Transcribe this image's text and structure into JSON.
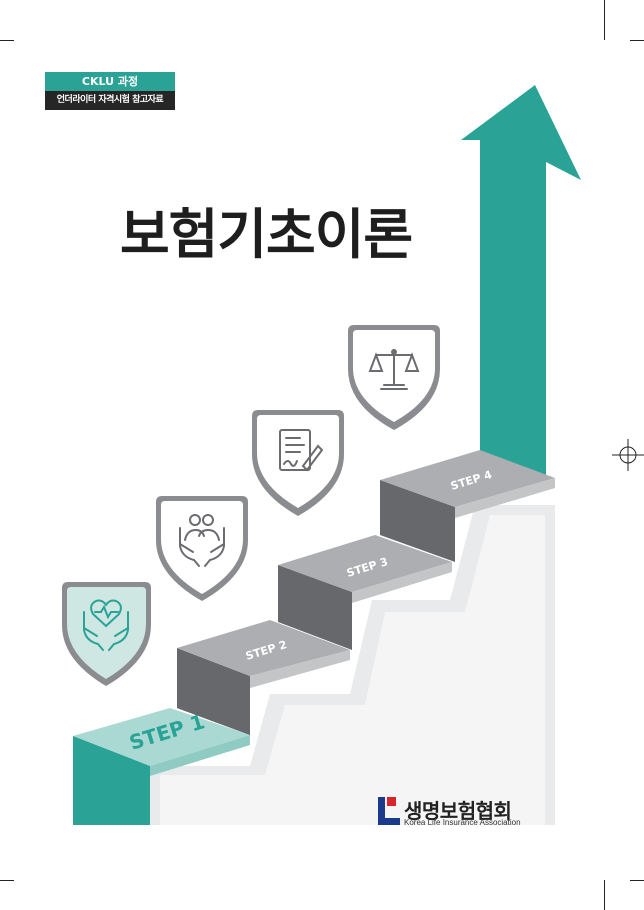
{
  "course_tag": "CKLU 과정",
  "subtitle_tag": "언더라이터 자격시험 참고자료",
  "title": "보험기초이론",
  "steps": [
    "STEP 1",
    "STEP 2",
    "STEP 3",
    "STEP 4"
  ],
  "icons": [
    "heart-hands-icon",
    "people-hands-icon",
    "contract-icon",
    "scales-icon"
  ],
  "publisher": {
    "name_ko": "생명보험협회",
    "name_en": "Korea Life Insurance Association"
  },
  "colors": {
    "teal": "#2aa396",
    "light_teal": "#a9d9d2",
    "dark": "#262626",
    "gray_front": "#6b6c70",
    "gray_top": "#adaeb1"
  }
}
